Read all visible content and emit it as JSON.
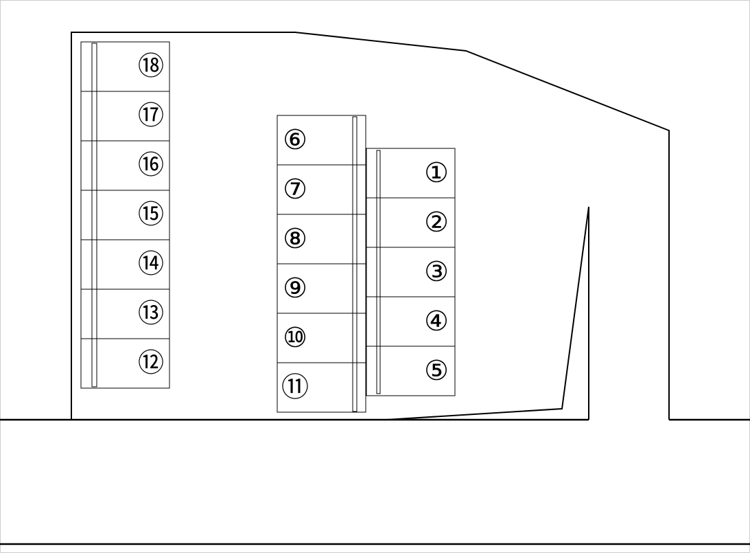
{
  "spaces": {
    "left_column": [
      "⑱",
      "⑰",
      "⑯",
      "⑮",
      "⑭",
      "⑬",
      "⑫"
    ],
    "center_column": [
      "⑥",
      "⑦",
      "⑧",
      "⑨",
      "⑩",
      "⑪"
    ],
    "right_column": [
      "①",
      "②",
      "③",
      "④",
      "⑤"
    ]
  },
  "colors": {
    "line": "#000000",
    "background": "#ffffff",
    "border": "#cccccc"
  }
}
